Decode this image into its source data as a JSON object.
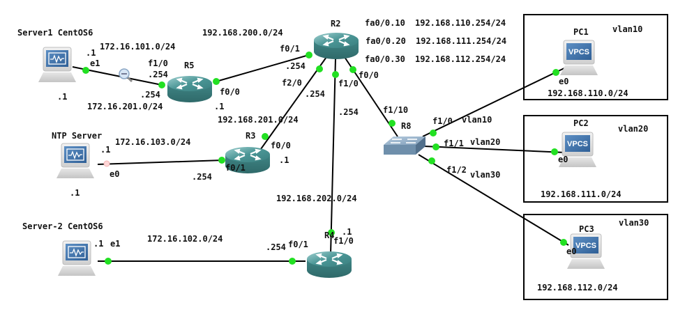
{
  "diagram": {
    "title": "GNS3 network topology",
    "colors": {
      "link": "#000000",
      "port_up": "#22e022",
      "port_capturing": "#ffd6d6",
      "router": "#3f8585",
      "switch": "#6f8fab",
      "screen": "#3a6ea8"
    },
    "nodes": {
      "server1": {
        "name": "Server1 CentOS6",
        "type": "host-icon",
        "label_host": ".1"
      },
      "ntp": {
        "name": "NTP Server",
        "type": "host-icon",
        "label_host": ".1"
      },
      "server2": {
        "name": "Server-2 CentOS6",
        "type": "host-icon"
      },
      "r5": {
        "name": "R5",
        "type": "router-icon"
      },
      "r2": {
        "name": "R2",
        "type": "router-icon"
      },
      "r3": {
        "name": "R3",
        "type": "router-icon"
      },
      "r4": {
        "name": "R4",
        "type": "router-icon"
      },
      "r8": {
        "name": "R8",
        "type": "switch-icon"
      },
      "pc1": {
        "name": "PC1",
        "type": "vpcs-icon",
        "screen_text": "VPCS"
      },
      "pc2": {
        "name": "PC2",
        "type": "vpcs-icon",
        "screen_text": "VPCS"
      },
      "pc3": {
        "name": "PC3",
        "type": "vpcs-icon",
        "screen_text": "VPCS"
      }
    },
    "subinterfaces": [
      {
        "iface": "fa0/0.10",
        "ip": "192.168.110.254/24"
      },
      {
        "iface": "fa0/0.20",
        "ip": "192.168.111.254/24"
      },
      {
        "iface": "fa0/0.30",
        "ip": "192.168.112.254/24"
      }
    ],
    "vlan_boxes": [
      {
        "vlan": "vlan10",
        "subnet": "192.168.110.0/24",
        "pc": "PC1",
        "port": "e0"
      },
      {
        "vlan": "vlan20",
        "subnet": "192.168.111.0/24",
        "pc": "PC2",
        "port": "e0"
      },
      {
        "vlan": "vlan30",
        "subnet": "192.168.112.0/24",
        "pc": "PC3",
        "port": "e0"
      }
    ],
    "links": [
      {
        "id": "server1-r5",
        "subnet_a": "172.16.101.0/24",
        "subnet_b": "172.16.201.0/24",
        "a_port": "e1",
        "a_ip": ".1",
        "b_port": "f1/0",
        "b_ip_top": ".254",
        "b_ip_bottom": ".254",
        "capture": true
      },
      {
        "id": "r5-r2",
        "subnet": "192.168.200.0/24",
        "a_port": "f0/0",
        "a_ip": ".1",
        "b_port": "f0/1",
        "b_ip": ".254"
      },
      {
        "id": "r2-r3",
        "subnet": "192.168.201.0/24",
        "a_port": "f2/0",
        "a_ip": ".254",
        "b_port": "f0/0",
        "b_ip": ".1"
      },
      {
        "id": "ntp-r3",
        "subnet": "172.16.103.0/24",
        "a_port": "e0",
        "a_ip": ".1",
        "b_port": "f0/1",
        "b_ip": ".254"
      },
      {
        "id": "r2-r4",
        "subnet": "192.168.202.0/24",
        "a_port": "f1/0",
        "a_ip": ".254",
        "b_port": "f1/0",
        "b_ip": ".1"
      },
      {
        "id": "server2-r4",
        "subnet": "172.16.102.0/24",
        "a_port": "e1",
        "a_ip": ".1",
        "b_port": "f0/1",
        "b_ip": ".254"
      },
      {
        "id": "r2-r8",
        "a_port": "f0/0",
        "b_port": "f1/10"
      },
      {
        "id": "r8-pc1",
        "a_port": "f1/0",
        "vlan": "vlan10",
        "b_port": "e0"
      },
      {
        "id": "r8-pc2",
        "a_port": "f1/1",
        "vlan": "vlan20",
        "b_port": "e0"
      },
      {
        "id": "r8-pc3",
        "a_port": "f1/2",
        "vlan": "vlan30",
        "b_port": "e0"
      }
    ]
  }
}
